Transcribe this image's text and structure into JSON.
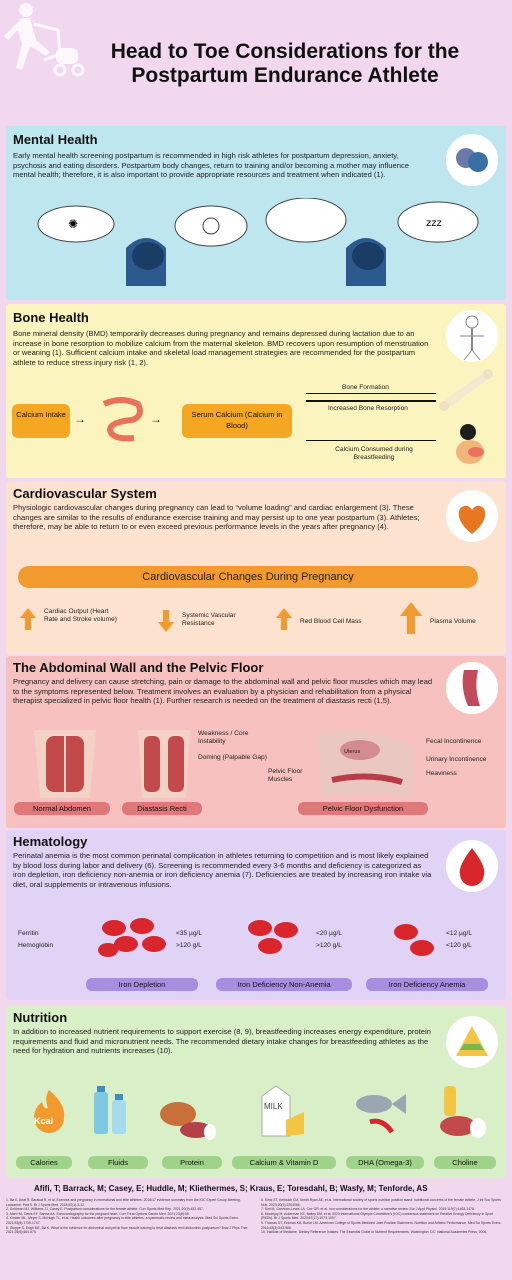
{
  "title": "Head to Toe Considerations for the Postpartum Endurance Athlete",
  "mental": {
    "heading": "Mental Health",
    "body": "Early mental health screening postpartum is recommended in high risk athletes for postpartum depression, anxiety, psychosis and eating disorders. Postpartum body changes, return to training and/or becoming a mother may influence mental health; therefore, it is also important to provide appropriate resources and treatment when indicated (1)."
  },
  "bone": {
    "heading": "Bone Health",
    "body": "Bone mineral density (BMD) temporarily decreases during pregnancy and remains depressed during lactation due to an increase in bone resorption to mobilize calcium from the maternal skeleton. BMD recovers upon resumption of menstruation or weaning (1). Sufficient calcium intake and skeletal load management strategies are recommended for the postpartum athlete to reduce stress injury risk (1, 2).",
    "calcium_intake": "Calcium Intake",
    "serum_calcium": "Serum Calcium (Calcium in Blood)",
    "bone_formation": "Bone Formation",
    "increased_resorption": "Increased Bone Resorption",
    "breastfeeding": "Calcium Consumed during Breastfeeding"
  },
  "cardio": {
    "heading": "Cardiovascular System",
    "body": "Physiologic cardiovascular changes during pregnancy can lead to “volume loading” and cardiac enlargement (3). These changes are similar to the results of endurance exercise training and may persist up to one year postpartum (3). Athletes; therefore, may be able to return to or even exceed previous performance levels in the years after pregnancy (4).",
    "banner": "Cardiovascular Changes During Pregnancy",
    "items": [
      "Cardiac Output (Heart Rate and Stroke volume)",
      "Systemic Vascular Resistance",
      "Red Blood Cell Mass",
      "Plasma Volume"
    ]
  },
  "pelvic": {
    "heading": "The Abdominal Wall and the Pelvic Floor",
    "body": "Pregnancy and delivery can cause stretching, pain or damage to the abdominal wall and pelvic floor muscles which may lead to the symptoms represented below. Treatment involves an evaluation by a physician and rehabilitation from a physical therapist specialized in pelvic floor health (1). Further research is needed on the treatment of diastasis recti (1,5).",
    "weakness": "Weakness / Core Instability",
    "doming": "Doming (Palpable Gap)",
    "uterus": "Uterus",
    "pelvic_floor_muscles": "Pelvic Floor Muscles",
    "fecal": "Fecal Incontinence",
    "urinary": "Urinary Incontinence",
    "heaviness": "Heaviness",
    "labels": [
      "Normal Abdomen",
      "Diastasis Recti",
      "Pelvic Floor Dysfunction"
    ]
  },
  "hema": {
    "heading": "Hematology",
    "body": "Perinatal anemia is the most common perinatal complication in athletes returning to competition and is most likely explained by blood loss during labor and delivery (6). Screening is recommended every 3-6 months and deficiency is categorized as iron depletion, iron deficiency non-anemia or iron deficiency anemia (7). Deficiencies are treated by increasing iron intake via diet, oral supplements or intravenous infusions.",
    "ferritin": "Ferritin",
    "hemoglobin": "Hemoglobin",
    "g1a": "<35 µg/L",
    "g1b": ">120 g/L",
    "g2a": "<20 µg/L",
    "g2b": ">120 g/L",
    "g3a": "<12 µg/L",
    "g3b": "<120 g/L",
    "labels": [
      "Iron Depletion",
      "Iron Deficiency Non-Anemia",
      "Iron Deficiency Anemia"
    ]
  },
  "nutrition": {
    "heading": "Nutrition",
    "body": "In addition to increased nutrient requirements to support exercise (8, 9), breastfeeding increases energy expenditure, protein requirements and fluid and micronutrient needs. The recommended dietary intake changes for breastfeeding athletes as the need for hydration and nutrients increases (10).",
    "kcal": "Kcal",
    "milk": "MILK",
    "labels": [
      "Calories",
      "Fluids",
      "Protein",
      "Calcium & Vitamin D",
      "DHA (Omega-3)",
      "Choline"
    ]
  },
  "authors": "Afifi, T; Barrack, M; Casey, E; Huddle, M; Kliethermes, S; Kraus, E; Toresdahl, B; Wasfy, M; Tenforde, AS",
  "references": [
    "1. Bø K, Artal R, Barakat R, et al. Exercise and pregnancy in recreational and elite athletes: 2016/17 evidence summary from the IOC Expert Group Meeting, Lausanne. Part 5. Br J Sports Med. 2018;52(1):3-12.",
    "2. Goldman MJ, Williams JJ, Casey E. Postpartum considerations for the female athlete. Curr Sports Med Rep. 2021;20(9):452-457.",
    "3. Afari HA, Davis EF, Sarma AA. Echocardiography for the pregnant heart. Curr Treat Options Cardio Med. 2021;23(8):55.",
    "4. Kimber ML, Meyer S, McHugh TL, et al. Health outcomes after pregnancy in elite athletes: a systematic review and meta-analysis. Med Sci Sports Exerc. 2021;53(8):1739-1747.",
    "5. Gluppe S, Engh ME, Bø K. What is the evidence for abdominal and pelvic floor muscle training to treat diastasis recti abdominis postpartum? Braz J Phys Ther. 2021;25(6):664-675.",
    "6. Sims ST, Kerksick CM, Smith-Ryan AE, et al. International society of sports nutrition position stand: nutritional concerns of the female athlete. J Int Soc Sports Nutr. 2023;20(1):2204066.",
    "7. Sim M, Garvican-Lewis LA, Cox GR, et al. Iron considerations for the athlete: a narrative review. Eur J Appl Physiol. 2019;119(7):1463-1478.",
    "8. Mountjoy M, Ackerman KE, Bailey DM, et al. 2023 International Olympic Committee's (IOC) consensus statement on Relative Energy Deficiency in Sport (REDs). Br J Sports Med. 2023;57(17):1073-1097.",
    "9. Thomas DT, Erdman KA, Burke LM. American College of Sports Medicine Joint Position Statement. Nutrition and Athletic Performance. Med Sci Sports Exerc. 2016;48(3):543-568.",
    "10. Institute of Medicine. Dietary Reference Intakes: The Essential Guide to Nutrient Requirements. Washington, DC: National Academies Press; 2006."
  ],
  "colors": {
    "background": "#f2d8ef",
    "mental": "#bde6ef",
    "bone": "#fbf4bf",
    "cardio": "#fde3cf",
    "pelvic": "#f6c1bf",
    "hema": "#e1d3f5",
    "nutrition": "#d8efc7",
    "orange": "#f39a2e",
    "red": "#d9262c"
  }
}
